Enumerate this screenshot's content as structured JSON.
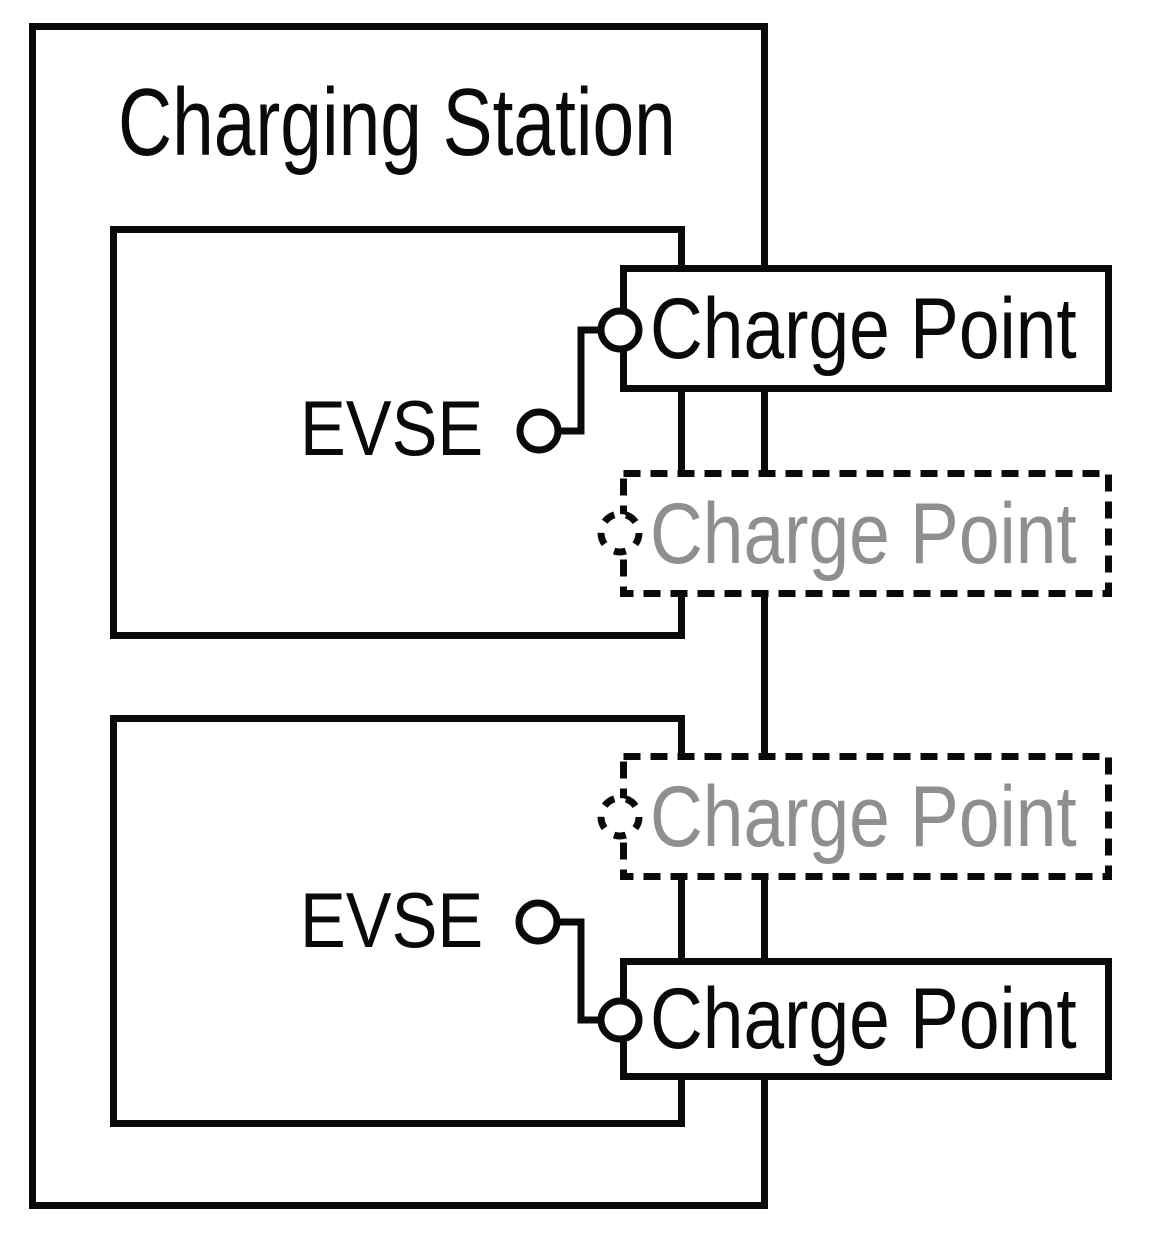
{
  "diagram": {
    "title": "Charging Station",
    "colors": {
      "line": "#0a0a0a",
      "inactive_text": "#8f8f8f",
      "background": "#ffffff"
    },
    "evse_groups": [
      {
        "label": "EVSE"
      },
      {
        "label": "EVSE"
      }
    ],
    "charge_points": [
      {
        "label": "Charge Point",
        "state": "solid"
      },
      {
        "label": "Charge Point",
        "state": "dashed"
      },
      {
        "label": "Charge Point",
        "state": "dashed"
      },
      {
        "label": "Charge Point",
        "state": "solid"
      }
    ]
  }
}
